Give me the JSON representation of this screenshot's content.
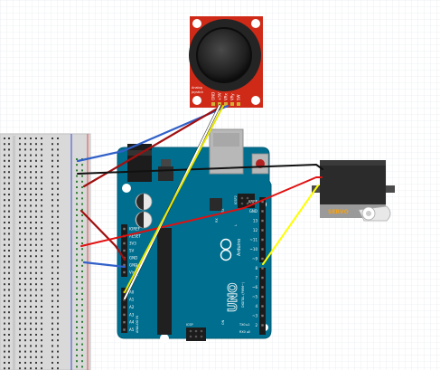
{
  "arduino": {
    "brand": "Arduino",
    "model": "UNO",
    "icsp_top": "ICSP2",
    "icsp_bottom": "ICSP",
    "on_label": "ON",
    "l_label": "L",
    "tx_label": "TX",
    "rx_label": "RX",
    "tx_pin": "TX0 ▸1",
    "rx_pin": "RX0 ◂0",
    "digital_label": "DIGITAL (PWM~)",
    "power_label": "POWER",
    "analog_label": "ANALOG IN",
    "power_pins": [
      "IOREF",
      "RESET",
      "3V3",
      "5V",
      "GND",
      "GND",
      "Vin"
    ],
    "analog_pins": [
      "A0",
      "A1",
      "A2",
      "A3",
      "A4",
      "A5"
    ],
    "digital_pins": [
      "AREF",
      "GND",
      "13",
      "12",
      "~11",
      "~10",
      "~9",
      "8",
      "7",
      "~6",
      "~5",
      "4",
      "~3",
      "2"
    ]
  },
  "joystick": {
    "label_line1": "Analog",
    "label_line2": "Joystick",
    "pins": [
      "GND",
      "+5V",
      "VRx",
      "VRy",
      "SW"
    ]
  },
  "servo": {
    "label": "SERVO"
  },
  "colors": {
    "arduino_board": "#006f8f",
    "joystick_board": "#cf2a17",
    "wire_red": "#e01010",
    "wire_dark_red": "#a01010",
    "wire_blue": "#3060c8",
    "wire_black": "#111111",
    "wire_yellow": "#ffff00",
    "servo_label": "#f2a21b"
  }
}
